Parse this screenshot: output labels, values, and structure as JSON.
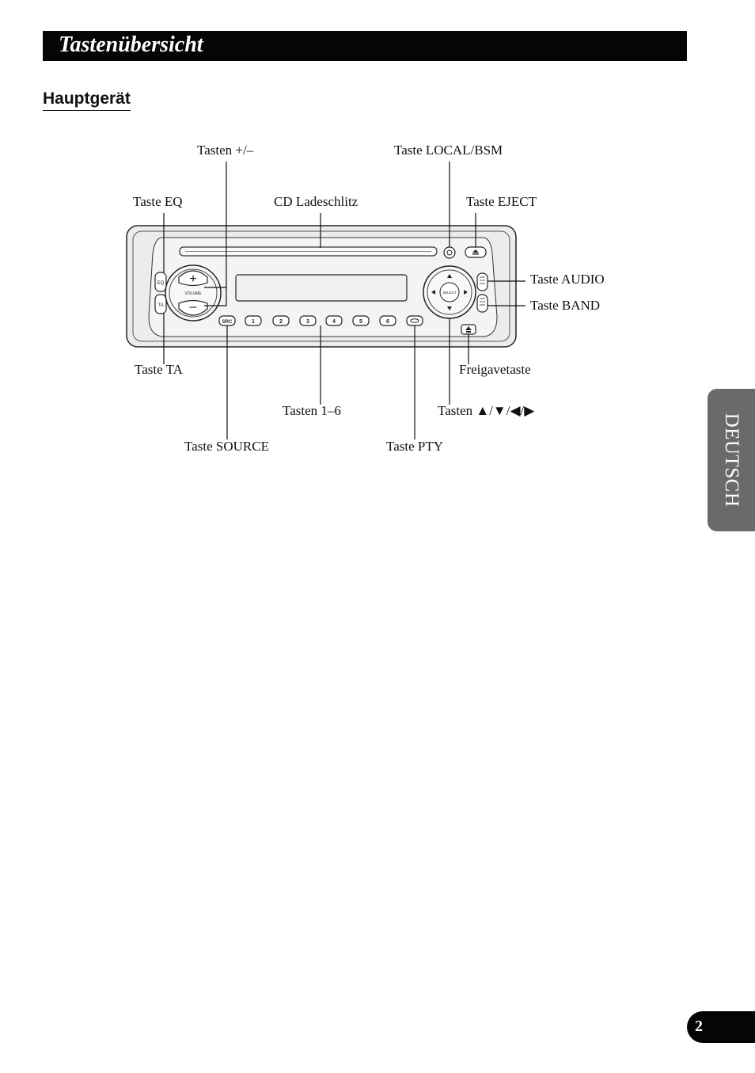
{
  "header": {
    "title": "Tastenübersicht"
  },
  "section": {
    "title": "Hauptgerät"
  },
  "labels": {
    "plus_minus": "Tasten +/–",
    "local_bsm": "Taste LOCAL/BSM",
    "eq": "Taste EQ",
    "cd_slot": "CD Ladeschlitz",
    "eject": "Taste EJECT",
    "audio": "Taste AUDIO",
    "band": "Taste BAND",
    "ta": "Taste TA",
    "release": "Freigavetaste",
    "presets": "Tasten 1–6",
    "arrows": "Tasten ▲/▼/◀/▶",
    "source": "Taste SOURCE",
    "pty": "Taste PTY"
  },
  "device": {
    "volume_label": "VOLUME",
    "select_label": "SELECT",
    "src_label": "SRC",
    "preset_buttons": [
      "1",
      "2",
      "3",
      "4",
      "5",
      "6"
    ]
  },
  "sidebar": {
    "language": "DEUTSCH"
  },
  "footer": {
    "page_number": "2"
  }
}
